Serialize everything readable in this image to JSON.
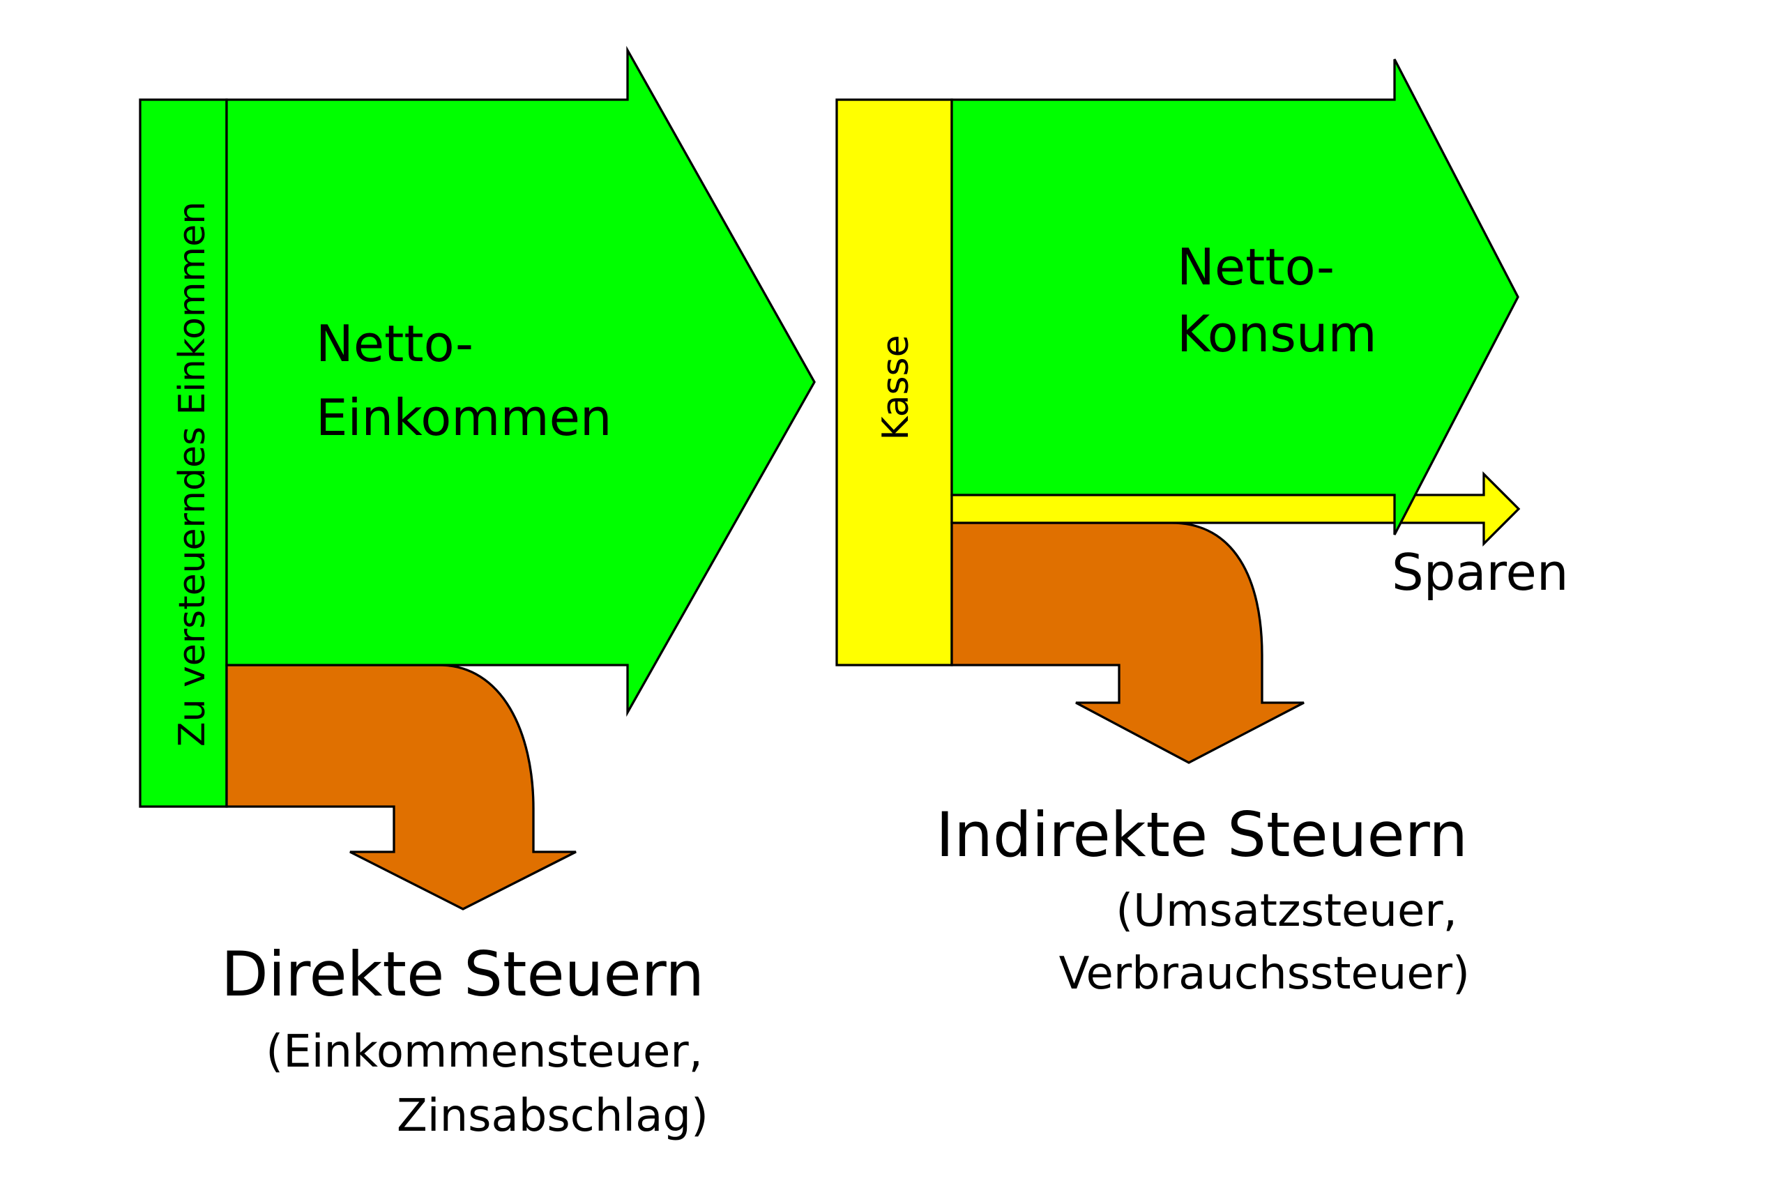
{
  "colors": {
    "green": "#00ff00",
    "yellow": "#ffff00",
    "orange": "#e07000",
    "stroke": "#000000"
  },
  "left_flow": {
    "bar_label": "Zu versteuerndes Einkommen",
    "net_label_line1": "Netto-",
    "net_label_line2": "Einkommen",
    "tax_title": "Direkte Steuern",
    "tax_detail_line1": "(Einkommensteuer,",
    "tax_detail_line2": "Zinsabschlag)"
  },
  "right_flow": {
    "bar_label": "Kasse",
    "net_label_line1": "Netto-",
    "net_label_line2": "Konsum",
    "savings_label": "Sparen",
    "tax_title": "Indirekte Steuern",
    "tax_detail_line1": "(Umsatzsteuer,",
    "tax_detail_line2": "Verbrauchssteuer)"
  }
}
